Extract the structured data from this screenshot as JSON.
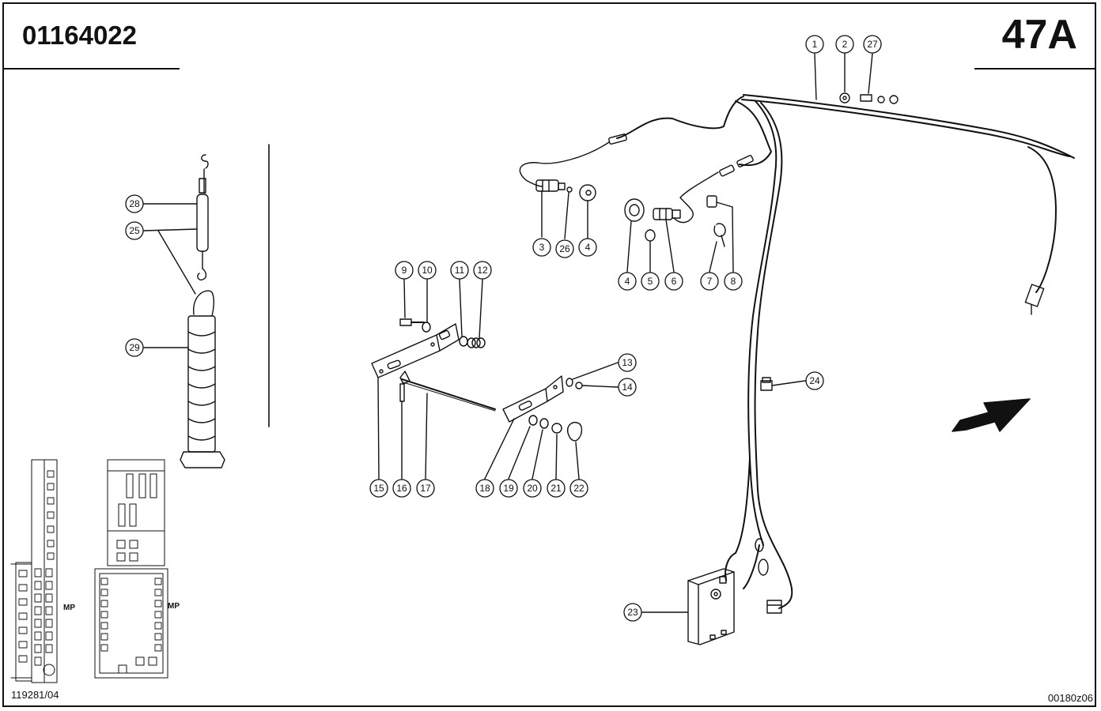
{
  "header": {
    "part_number": "01164022",
    "section_code": "47A"
  },
  "footer": {
    "left_code": "119281/04",
    "right_code": "00180z06"
  },
  "legend": {
    "mp_left": "MP",
    "mp_right": "MP"
  },
  "callouts": [
    {
      "id": "c1",
      "label": "1"
    },
    {
      "id": "c2",
      "label": "2"
    },
    {
      "id": "c27",
      "label": "27"
    },
    {
      "id": "c3",
      "label": "3"
    },
    {
      "id": "c26",
      "label": "26"
    },
    {
      "id": "c4a",
      "label": "4"
    },
    {
      "id": "c4b",
      "label": "4"
    },
    {
      "id": "c5",
      "label": "5"
    },
    {
      "id": "c6",
      "label": "6"
    },
    {
      "id": "c7",
      "label": "7"
    },
    {
      "id": "c8",
      "label": "8"
    },
    {
      "id": "c9",
      "label": "9"
    },
    {
      "id": "c10",
      "label": "10"
    },
    {
      "id": "c11",
      "label": "11"
    },
    {
      "id": "c12",
      "label": "12"
    },
    {
      "id": "c13",
      "label": "13"
    },
    {
      "id": "c14",
      "label": "14"
    },
    {
      "id": "c15",
      "label": "15"
    },
    {
      "id": "c16",
      "label": "16"
    },
    {
      "id": "c17",
      "label": "17"
    },
    {
      "id": "c18",
      "label": "18"
    },
    {
      "id": "c19",
      "label": "19"
    },
    {
      "id": "c20",
      "label": "20"
    },
    {
      "id": "c21",
      "label": "21"
    },
    {
      "id": "c22",
      "label": "22"
    },
    {
      "id": "c23",
      "label": "23"
    },
    {
      "id": "c24",
      "label": "24"
    },
    {
      "id": "c25",
      "label": "25"
    },
    {
      "id": "c28",
      "label": "28"
    },
    {
      "id": "c29",
      "label": "29"
    }
  ],
  "icons": {
    "direction": "arrow-icon"
  }
}
